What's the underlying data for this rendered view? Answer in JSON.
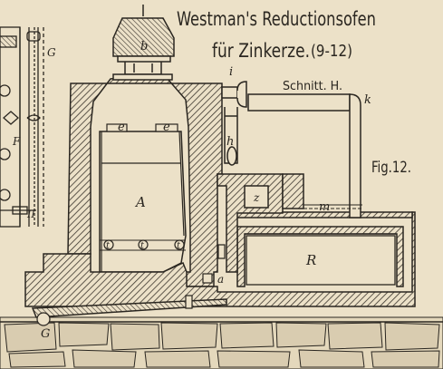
{
  "title_line1": "Westman's Reductionsofen",
  "title_line2": "für Zinkerze.",
  "title_ref": "(9-12)",
  "figure_label": "Fig.12.",
  "section_label": "Schnitt. H.",
  "labels": {
    "b": "b",
    "A": "A",
    "e1": "e",
    "e2": "e",
    "i_top": "i",
    "h": "h",
    "k": "k",
    "z": "z",
    "m": "m",
    "R": "R",
    "a": "a",
    "G": "G",
    "t1": "t",
    "t2": "t",
    "t3": "t",
    "F": "F",
    "II": "II",
    "G_side": "G"
  },
  "colors": {
    "paper": "#ece1c8",
    "ink": "#2a2620",
    "hatch": "#3a342c",
    "stone": "#d9ccb0"
  }
}
